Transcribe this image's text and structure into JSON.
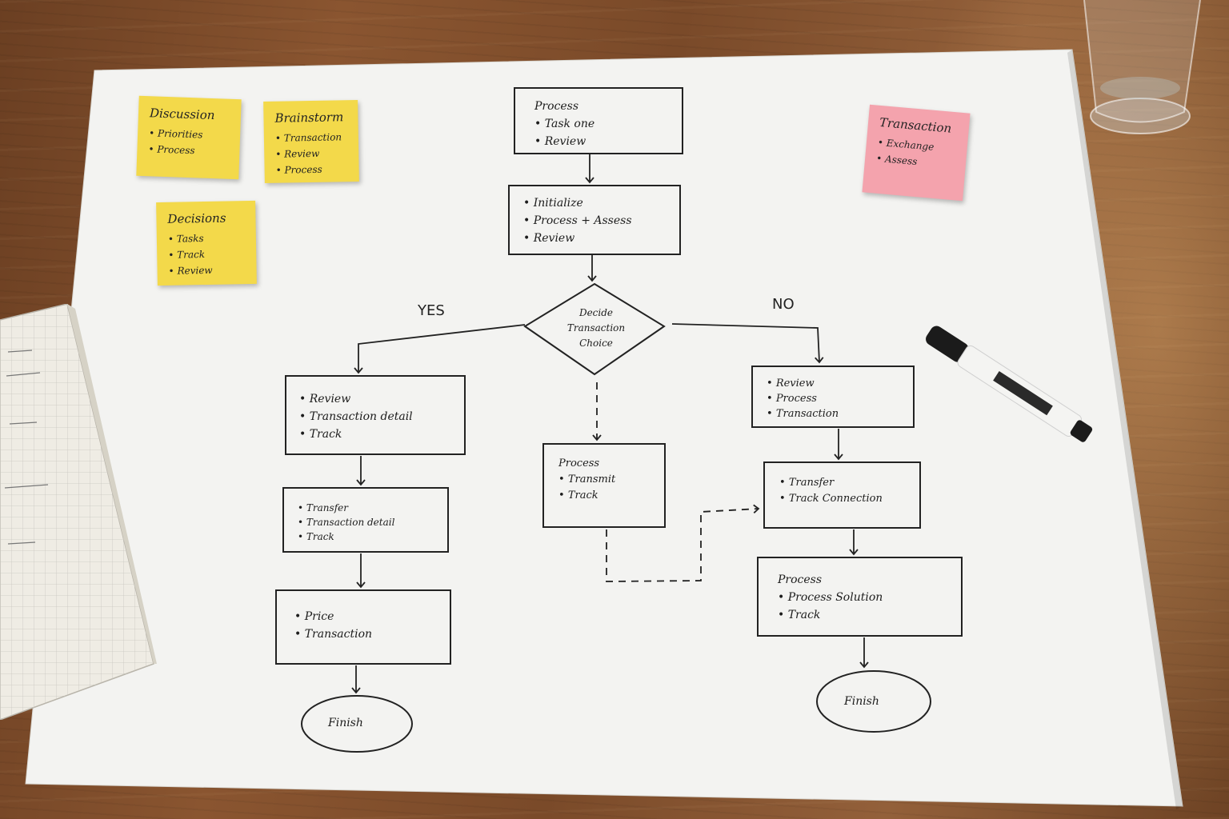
{
  "branches": {
    "yes_label": "YES",
    "no_label": "NO"
  },
  "nodes": {
    "top_box": {
      "title": "Process",
      "items": [
        "Task one",
        "Review"
      ]
    },
    "second_box": {
      "title": "Initialize",
      "items": [
        "Process + Assess",
        "Review"
      ]
    },
    "decision": {
      "lines": [
        "Decide",
        "Transaction",
        "Choice"
      ]
    },
    "yes_box_1": {
      "items": [
        "Review",
        "Transaction detail",
        "Track"
      ]
    },
    "yes_box_2": {
      "title": "Transfer",
      "items": [
        "Transaction detail",
        "Track"
      ]
    },
    "yes_box_3": {
      "items": [
        "Price",
        "Transaction"
      ]
    },
    "yes_end": {
      "label": "Finish"
    },
    "middle_box": {
      "title": "Process",
      "items": [
        "Transmit",
        "Track"
      ]
    },
    "no_box_1": {
      "items": [
        "Review",
        "Process",
        "Transaction"
      ]
    },
    "no_box_2": {
      "title": "Transfer",
      "items": [
        "Track Connection"
      ]
    },
    "no_box_3": {
      "title": "Process",
      "items": [
        "Process Solution",
        "Track"
      ]
    },
    "no_end": {
      "label": "Finish"
    }
  },
  "stickies": [
    {
      "color": "#f3d94a",
      "title": "Discussion",
      "items": [
        "Priorities",
        "Process"
      ]
    },
    {
      "color": "#f3d94a",
      "title": "Brainstorm",
      "items": [
        "Transaction",
        "Review",
        "Process"
      ]
    },
    {
      "color": "#f3d94a",
      "title": "Decisions",
      "items": [
        "Tasks",
        "Track",
        "Review"
      ]
    },
    {
      "color": "#f4a3ad",
      "title": "Transaction",
      "items": [
        "Exchange",
        "Assess"
      ]
    }
  ]
}
